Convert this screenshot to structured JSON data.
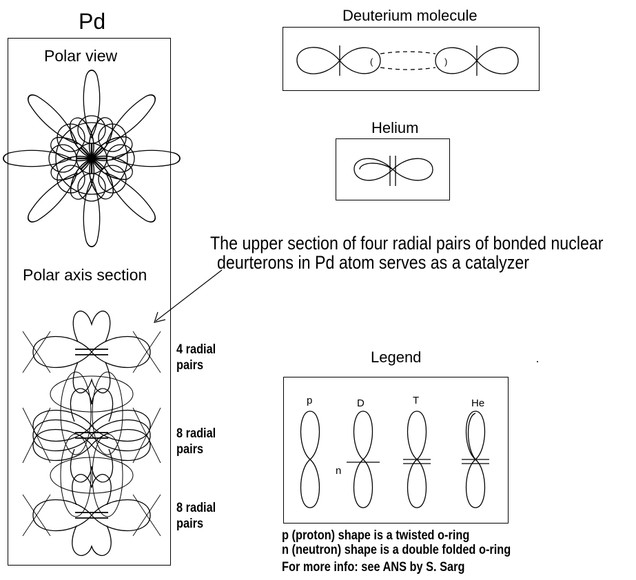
{
  "pd": {
    "title": "Pd",
    "polar_view": "Polar view",
    "polar_axis_section": "Polar axis section",
    "pair_labels": [
      {
        "count": "4 radial",
        "pairs": "pairs"
      },
      {
        "count": "8 radial",
        "pairs": "pairs"
      },
      {
        "count": "8 radial",
        "pairs": "pairs"
      }
    ]
  },
  "deuterium": {
    "title": "Deuterium molecule"
  },
  "helium": {
    "title": "Helium"
  },
  "annotation": {
    "line1": "The upper section of four radial pairs of bonded nuclear",
    "line2": "deurterons in Pd atom serves as a catalyzer"
  },
  "legend": {
    "title": "Legend",
    "items": [
      "p",
      "D",
      "T",
      "He"
    ],
    "n_label": "n"
  },
  "notes": {
    "line1": "p (proton) shape is a twisted o-ring",
    "line2": "n (neutron) shape is a double folded o-ring",
    "line3": "For more info: see ANS by S. Sarg"
  },
  "colors": {
    "ink": "#000000",
    "background": "#ffffff"
  }
}
